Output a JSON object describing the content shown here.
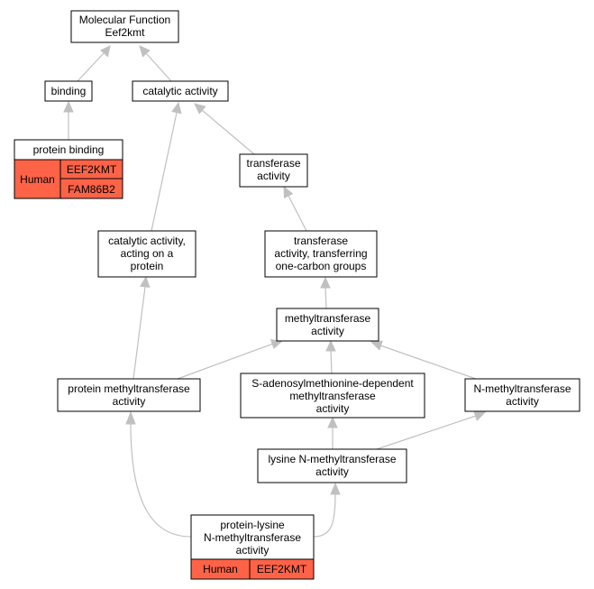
{
  "nodes": {
    "mf_root": [
      "Molecular Function",
      "Eef2kmt"
    ],
    "binding": [
      "binding"
    ],
    "catalytic_activity": [
      "catalytic activity"
    ],
    "protein_binding": [
      "protein binding"
    ],
    "transferase_activity": [
      "transferase",
      "activity"
    ],
    "catalytic_on_protein": [
      "catalytic activity,",
      "acting on a",
      "protein"
    ],
    "transferase_one_carbon": [
      "transferase",
      "activity, transferring",
      "one-carbon groups"
    ],
    "methyltransferase_activity": [
      "methyltransferase",
      "activity"
    ],
    "protein_methyltransferase": [
      "protein methyltransferase",
      "activity"
    ],
    "sam_methyltransferase": [
      "S-adenosylmethionine-dependent",
      "methyltransferase",
      "activity"
    ],
    "n_methyltransferase": [
      "N-methyltransferase",
      "activity"
    ],
    "lysine_n_methyltransferase": [
      "lysine N-methyltransferase",
      "activity"
    ],
    "protein_lysine_n_methyltransferase": [
      "protein-lysine",
      "N-methyltransferase",
      "activity"
    ]
  },
  "annotations": {
    "protein_binding": {
      "species": "Human",
      "genes": [
        "EEF2KMT",
        "FAM86B2"
      ]
    },
    "protein_lysine_n_methyltransferase": {
      "species": "Human",
      "genes": [
        "EEF2KMT"
      ]
    }
  },
  "colors": {
    "annotation_fill": "#ff6347",
    "edge": "#c0c0c0",
    "node_border": "#000000"
  }
}
